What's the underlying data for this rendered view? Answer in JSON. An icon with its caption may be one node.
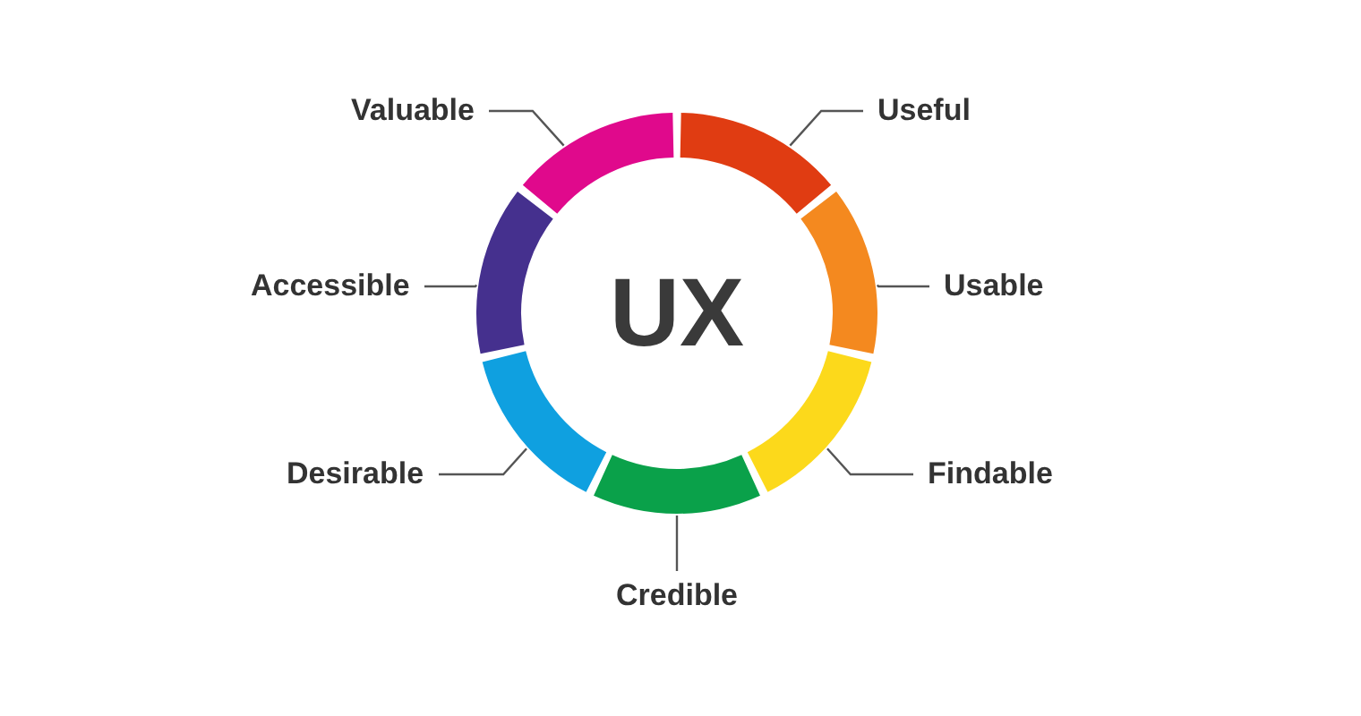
{
  "diagram": {
    "nodes": [
      {
        "text": [
          "Valuable"
        ]
      },
      {
        "text": [
          "Useful"
        ]
      },
      {
        "text": [
          "Accessible"
        ]
      },
      {
        "text": [
          "Usable"
        ]
      },
      {
        "text": [
          "Desirable"
        ]
      },
      {
        "text": [
          "Findable"
        ]
      },
      {
        "text": [
          "Credible"
        ]
      },
      {
        "text": [],
        "shape": "arc"
      },
      {
        "text": [],
        "shape": "arc"
      },
      {
        "text": [],
        "shape": "arc"
      },
      {
        "text": [],
        "shape": "arc"
      },
      {
        "text": [],
        "shape": "arc"
      },
      {
        "text": [],
        "shape": "arc"
      },
      {
        "text": [],
        "shape": "arc"
      }
    ],
    "edges": [
      {
        "from": 0,
        "to": 7,
        "arrow": "none"
      },
      {
        "from": 1,
        "to": 8,
        "arrow": "none"
      },
      {
        "from": 2,
        "to": 9,
        "arrow": "none"
      },
      {
        "from": 3,
        "to": 10,
        "arrow": "none"
      },
      {
        "from": 4,
        "to": 11,
        "arrow": "none"
      },
      {
        "from": 5,
        "to": 12,
        "arrow": "none"
      },
      {
        "from": 6,
        "to": 13,
        "arrow": "none"
      }
    ],
    "labels": [
      "UX"
    ]
  }
}
